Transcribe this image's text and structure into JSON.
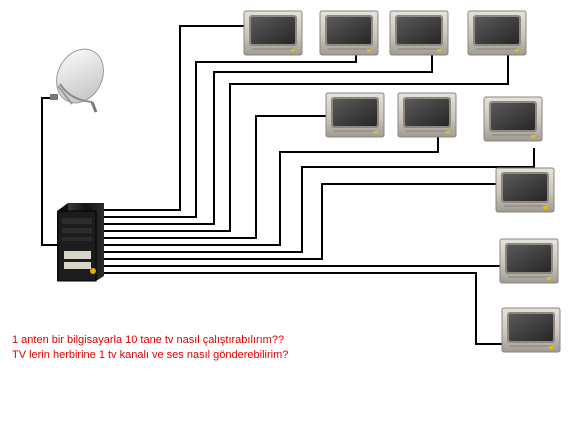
{
  "diagram": {
    "caption_lines": [
      "1 anten bir bilgisayarla 10 tane tv nasıl çalıştırabılırım??",
      "TV lerin herbirine 1 tv kanalı ve ses nasıl gönderebilirim?"
    ],
    "nodes": [
      {
        "name": "satellite-dish-icon",
        "kind": "antenna"
      },
      {
        "name": "computer-tower-icon",
        "kind": "computer"
      },
      {
        "name": "tv-1-icon",
        "kind": "tv"
      },
      {
        "name": "tv-2-icon",
        "kind": "tv"
      },
      {
        "name": "tv-3-icon",
        "kind": "tv"
      },
      {
        "name": "tv-4-icon",
        "kind": "tv"
      },
      {
        "name": "tv-5-icon",
        "kind": "tv"
      },
      {
        "name": "tv-6-icon",
        "kind": "tv"
      },
      {
        "name": "tv-7-icon",
        "kind": "tv"
      },
      {
        "name": "tv-8-icon",
        "kind": "tv"
      },
      {
        "name": "tv-9-icon",
        "kind": "tv"
      },
      {
        "name": "tv-10-icon",
        "kind": "tv"
      }
    ],
    "colors": {
      "cable": "#000000",
      "tv_body": "#c8c4bc",
      "tv_screen": "#3a3a3a",
      "caption": "#e00000"
    }
  }
}
